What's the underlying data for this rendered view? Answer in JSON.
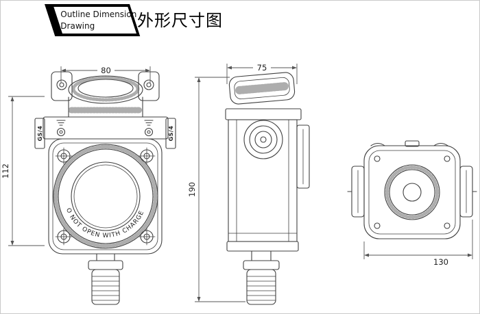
{
  "header": {
    "title_line1": "Outline Dimension",
    "title_line2": "Drawing",
    "title_cn": "外形尺寸图"
  },
  "dimensions": {
    "front_width": "80",
    "front_height": "112",
    "side_width": "75",
    "side_height": "190",
    "top_width": "130"
  },
  "labels": {
    "port_left": "GS/4",
    "port_right": "GS/4",
    "cover_warning": "DO NOT OPEN WITH CHARGED."
  },
  "colors": {
    "banner": "#000000",
    "line": "#3f3f3f",
    "dimension": "#555555"
  }
}
